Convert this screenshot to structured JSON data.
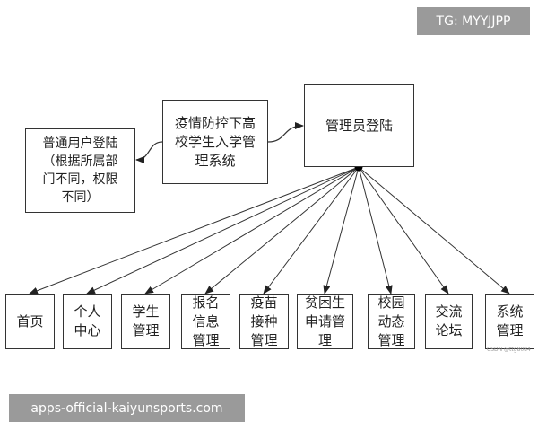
{
  "tag": "TG: MYYJJPP",
  "footer": "apps-official-kaiyunsports.com",
  "watermark": "CSDN @ttg8084",
  "nodes": {
    "system": "疫情防控下高\n校学生入学管\n理系统",
    "admin": "管理员登陆",
    "user": "普通用户登陆\n（根据所属部\n门不同，权限\n不同）"
  },
  "modules": [
    "首页",
    "个人\n中心",
    "学生\n管理",
    "报名\n信息\n管理",
    "疫苗\n接种\n管理",
    "贫困生\n申请管\n理",
    "校园\n动态\n管理",
    "交流\n论坛",
    "系统\n管理"
  ]
}
